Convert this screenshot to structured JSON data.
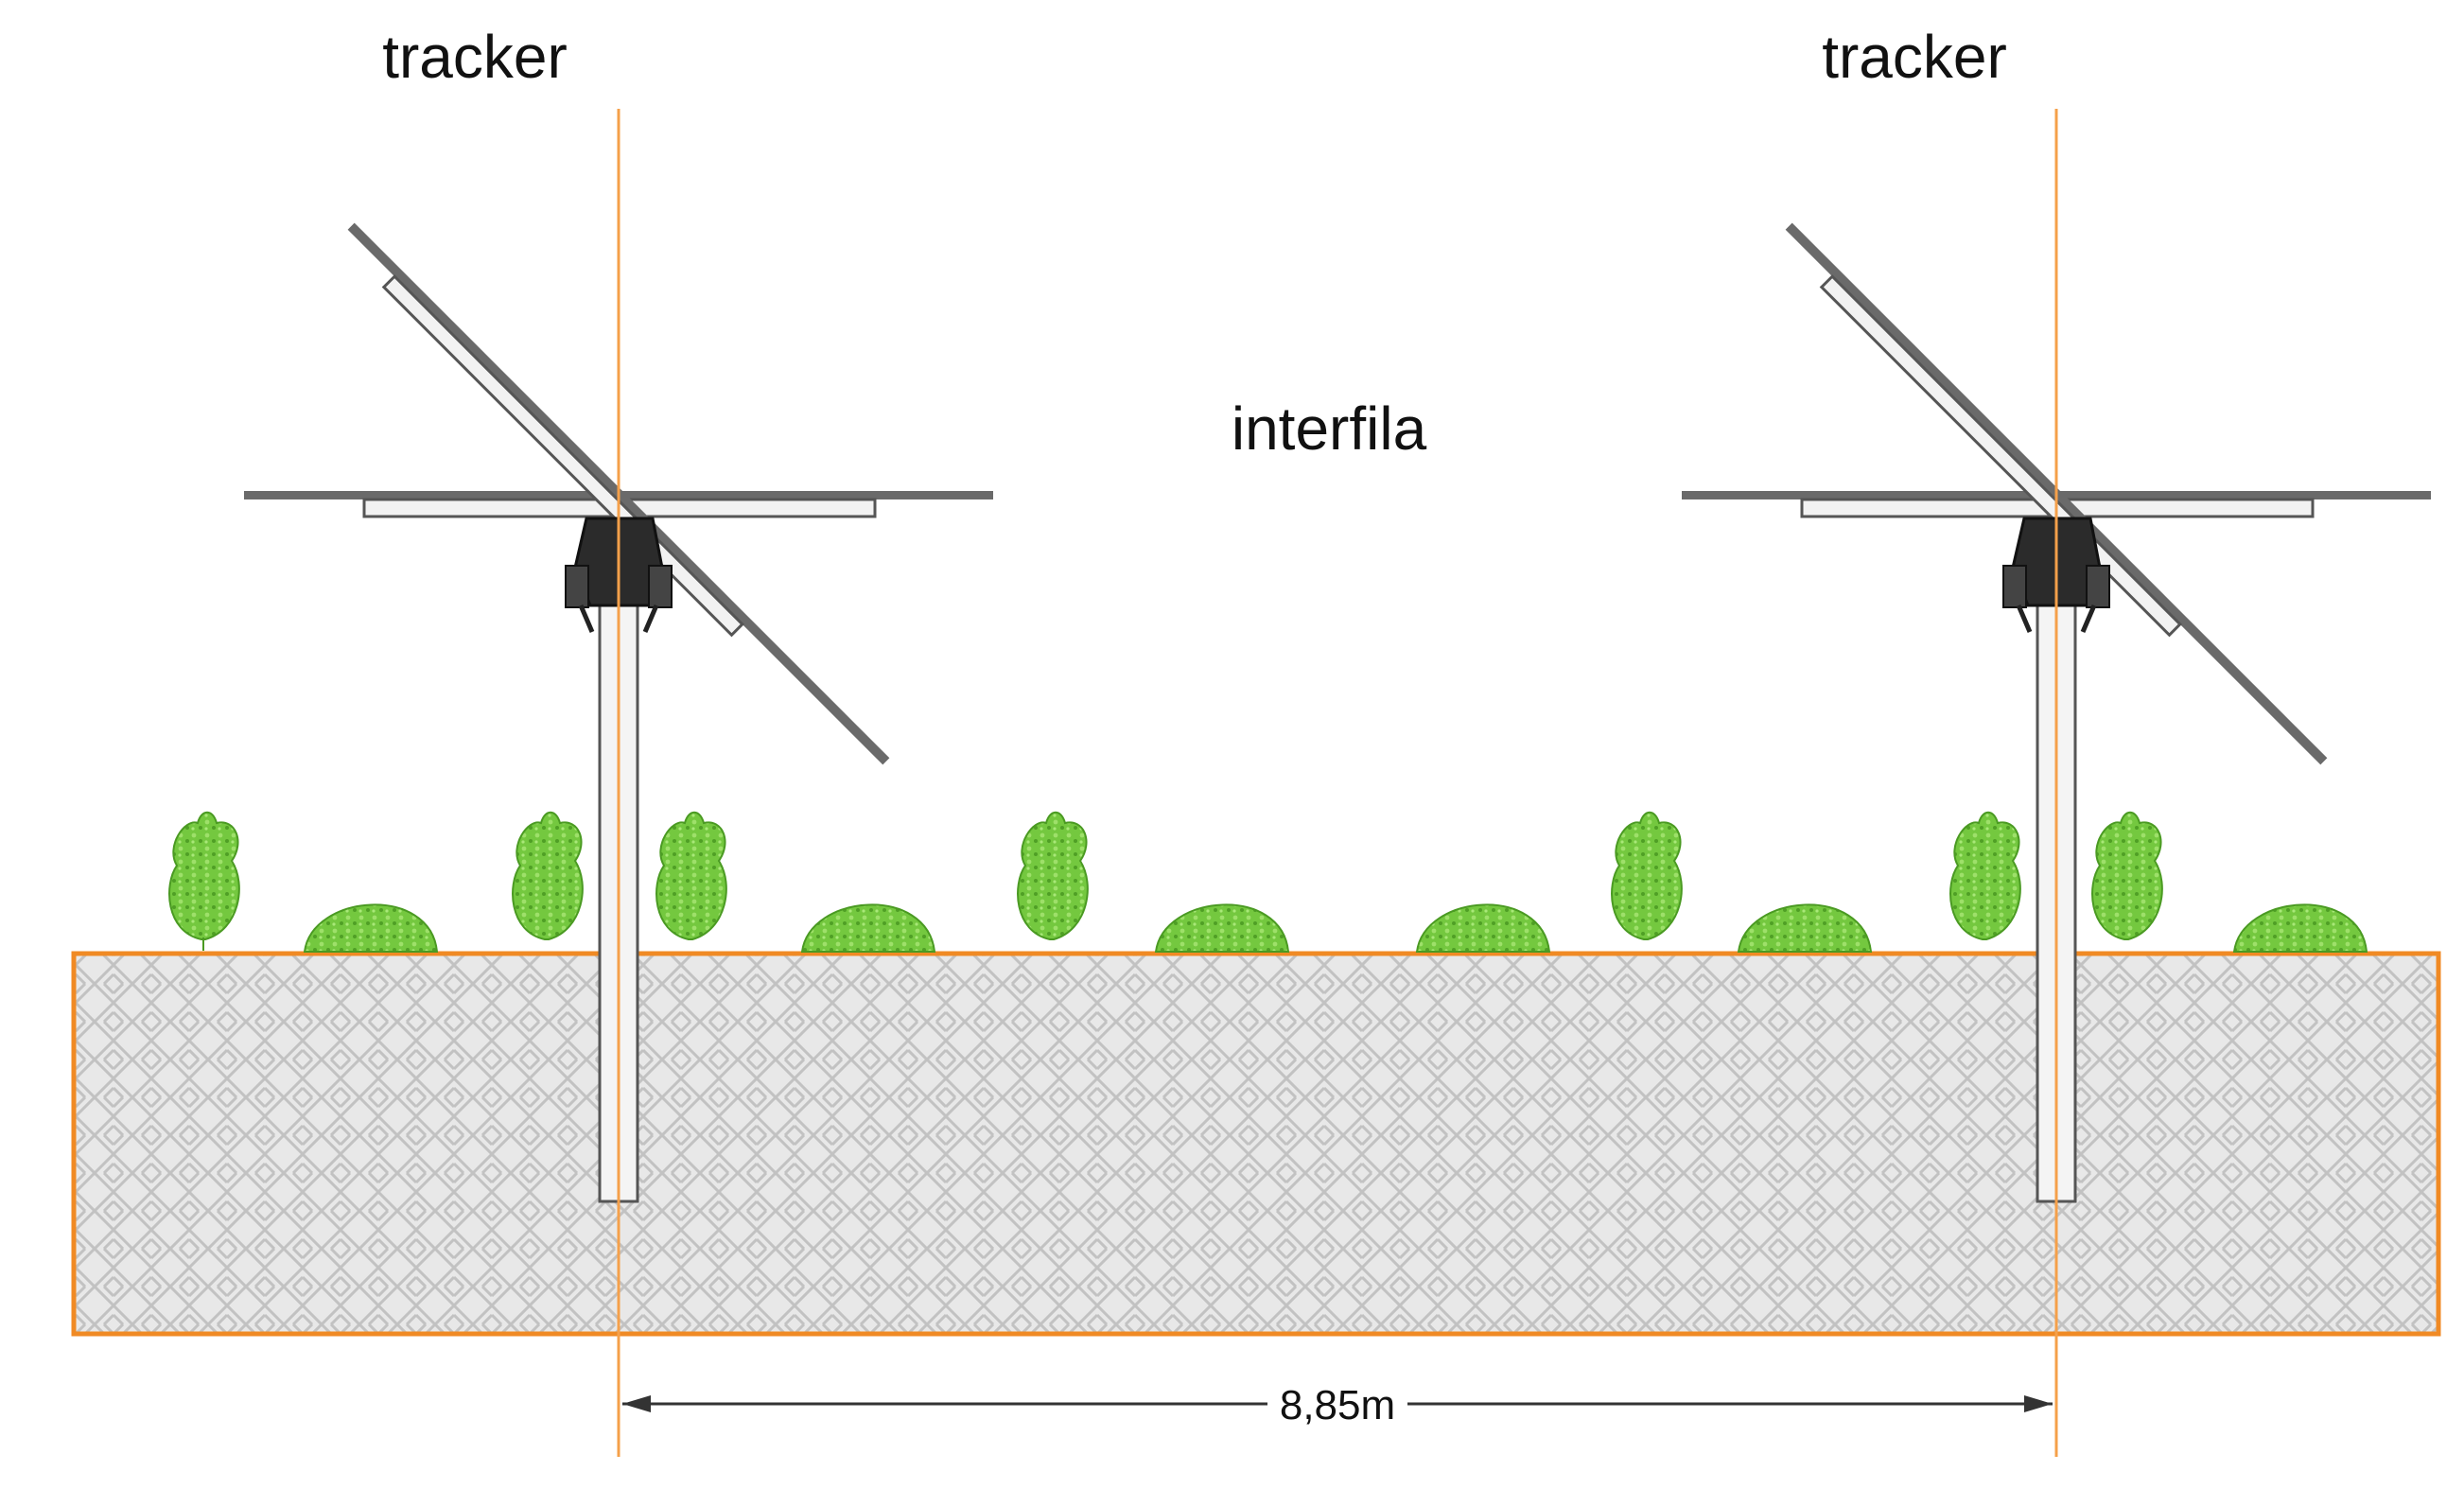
{
  "labels": {
    "tracker_left": "tracker",
    "tracker_right": "tracker",
    "interrow": "interfila",
    "spacing": "8,85m"
  },
  "colors": {
    "axis_line": "#f5a04a",
    "ground_border": "#f08a24",
    "ground_fill": "#e6e6e6",
    "ground_hatch": "#c4c4c4",
    "plant": "#6cc43a",
    "plant_dark": "#4a9a22",
    "panel": "#555555",
    "post": "#666666"
  },
  "elements": {
    "trackers": [
      "left",
      "right"
    ],
    "plant_sequence": [
      "shrub",
      "mound",
      "shrub",
      "shrub",
      "mound",
      "shrub",
      "mound",
      "mound",
      "shrub",
      "mound",
      "shrub",
      "shrub",
      "mound"
    ]
  }
}
